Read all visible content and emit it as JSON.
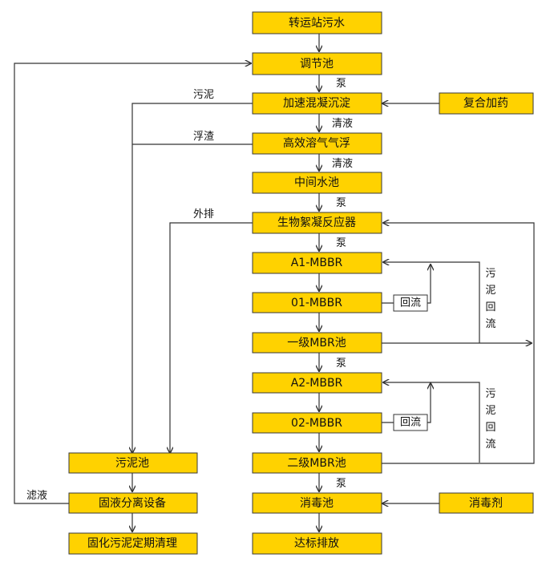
{
  "nodes": {
    "zhuanyun": "转运站污水",
    "tiaojie": "调节池",
    "jiasu": "加速混凝沉淀",
    "fuhe": "复合加药",
    "gaoxiao": "高效溶气气浮",
    "zhongjian": "中间水池",
    "shengwu": "生物絮凝反应器",
    "a1": "A1-MBBR",
    "o1": "01-MBBR",
    "yiji": "一级MBR池",
    "a2": "A2-MBBR",
    "o2": "02-MBBR",
    "erji": "二级MBR池",
    "xiaodu": "消毒池",
    "xiaoduji": "消毒剂",
    "dabiao": "达标排放",
    "wunichi": "污泥池",
    "guye": "固液分离设备",
    "guhua": "固化污泥定期清理"
  },
  "labels": {
    "beng1": "泵",
    "qingye1": "清液",
    "qingye2": "清液",
    "beng2": "泵",
    "beng3": "泵",
    "beng4": "泵",
    "beng5": "泵",
    "huiliu1": "回流",
    "huiliu2": "回流",
    "wuni": "污泥",
    "fuzha": "浮渣",
    "waipai": "外排",
    "lvye": "滤液",
    "wunihuiliu1": [
      "污",
      "泥",
      "回",
      "流"
    ],
    "wunihuiliu2": [
      "污",
      "泥",
      "回",
      "流"
    ]
  },
  "colors": {
    "box_fill": "#FFD200",
    "box_stroke": "#3a3a3a",
    "line": "#333333"
  }
}
